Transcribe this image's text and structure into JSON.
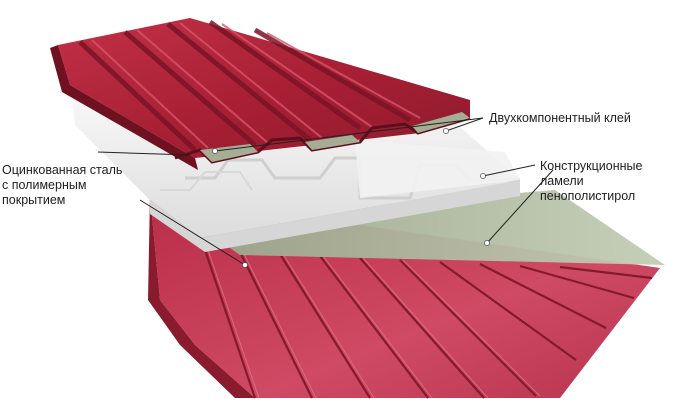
{
  "diagram": {
    "labels": {
      "adhesive": [
        "Двухкомпонентный клей"
      ],
      "foam": [
        "Конструкционные",
        "ламели",
        "пенополистирол"
      ],
      "steel": [
        "Оцинкованная сталь",
        "с полимерным",
        "покрытием"
      ]
    },
    "colors": {
      "steel_top": "#b3233a",
      "steel_dark": "#7e1424",
      "steel_bottom": "#c4405a",
      "foam": "#eeeeee",
      "foam_shadow": "#c9c9c9",
      "primer": "#a9b59a",
      "leader": "#222222"
    }
  }
}
